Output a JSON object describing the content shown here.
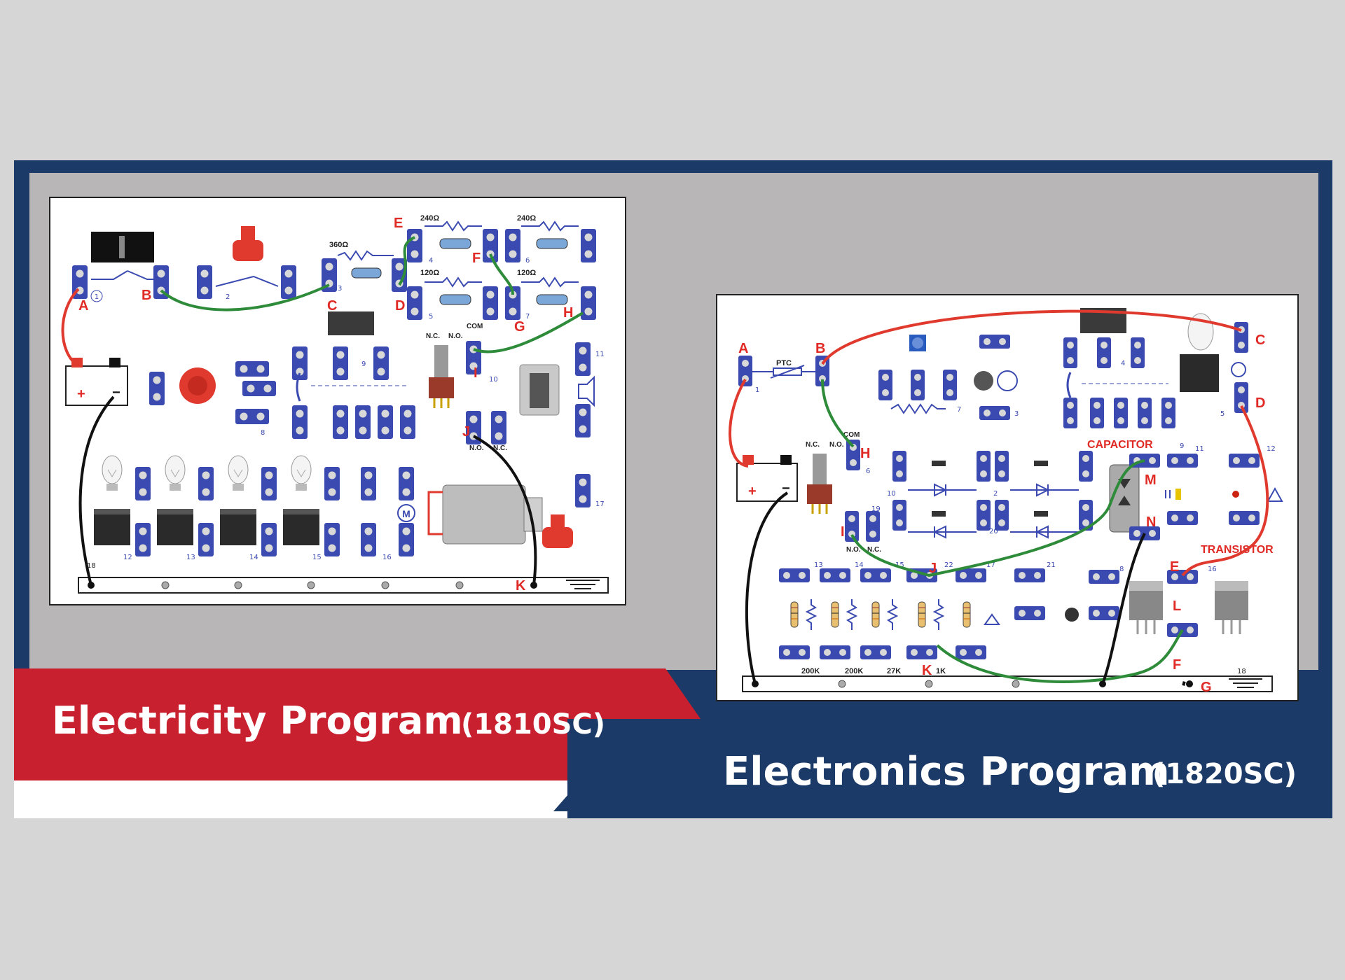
{
  "left_program": {
    "title": "Electricity Program",
    "code": "(1810SC)",
    "board": {
      "terminals": [
        "A",
        "B",
        "C",
        "D",
        "E",
        "F",
        "G",
        "H",
        "I",
        "J",
        "K"
      ],
      "numbers": [
        "1",
        "2",
        "3",
        "4",
        "5",
        "6",
        "7",
        "8",
        "9",
        "10",
        "11",
        "12",
        "13",
        "14",
        "15",
        "16",
        "17",
        "18"
      ],
      "resistors": [
        "360Ω",
        "240Ω",
        "240Ω",
        "120Ω",
        "120Ω"
      ],
      "switch_labels": [
        "N.C.",
        "N.O.",
        "COM"
      ],
      "relay_labels": [
        "N.O.",
        "N.C."
      ],
      "wire_colors": {
        "red": "#e03a2f",
        "green": "#2e8b3a",
        "black": "#111111"
      }
    }
  },
  "right_program": {
    "title": "Electronics Program",
    "code": "(1820SC)",
    "board": {
      "terminals": [
        "A",
        "B",
        "C",
        "D",
        "E",
        "F",
        "G",
        "H",
        "I",
        "J",
        "K",
        "L",
        "M",
        "N"
      ],
      "numbers": [
        "1",
        "2",
        "3",
        "4",
        "5",
        "6",
        "7",
        "8",
        "9",
        "10",
        "11",
        "12",
        "13",
        "14",
        "15",
        "16",
        "17",
        "18",
        "19",
        "20",
        "21",
        "22"
      ],
      "component_labels": [
        "PTC",
        "CAPACITOR",
        "TRANSISTOR"
      ],
      "resistor_values": [
        "200K",
        "200K",
        "27K",
        "1K"
      ],
      "switch_labels": [
        "N.C.",
        "N.O.",
        "COM"
      ],
      "relay_labels": [
        "N.O.",
        "N.C."
      ]
    }
  },
  "colors": {
    "navy": "#1c3a68",
    "red_band": "#c8202f",
    "panel_gray": "#b8b6b7",
    "terminal_blue": "#3a4ab0",
    "label_red": "#e02a25"
  }
}
